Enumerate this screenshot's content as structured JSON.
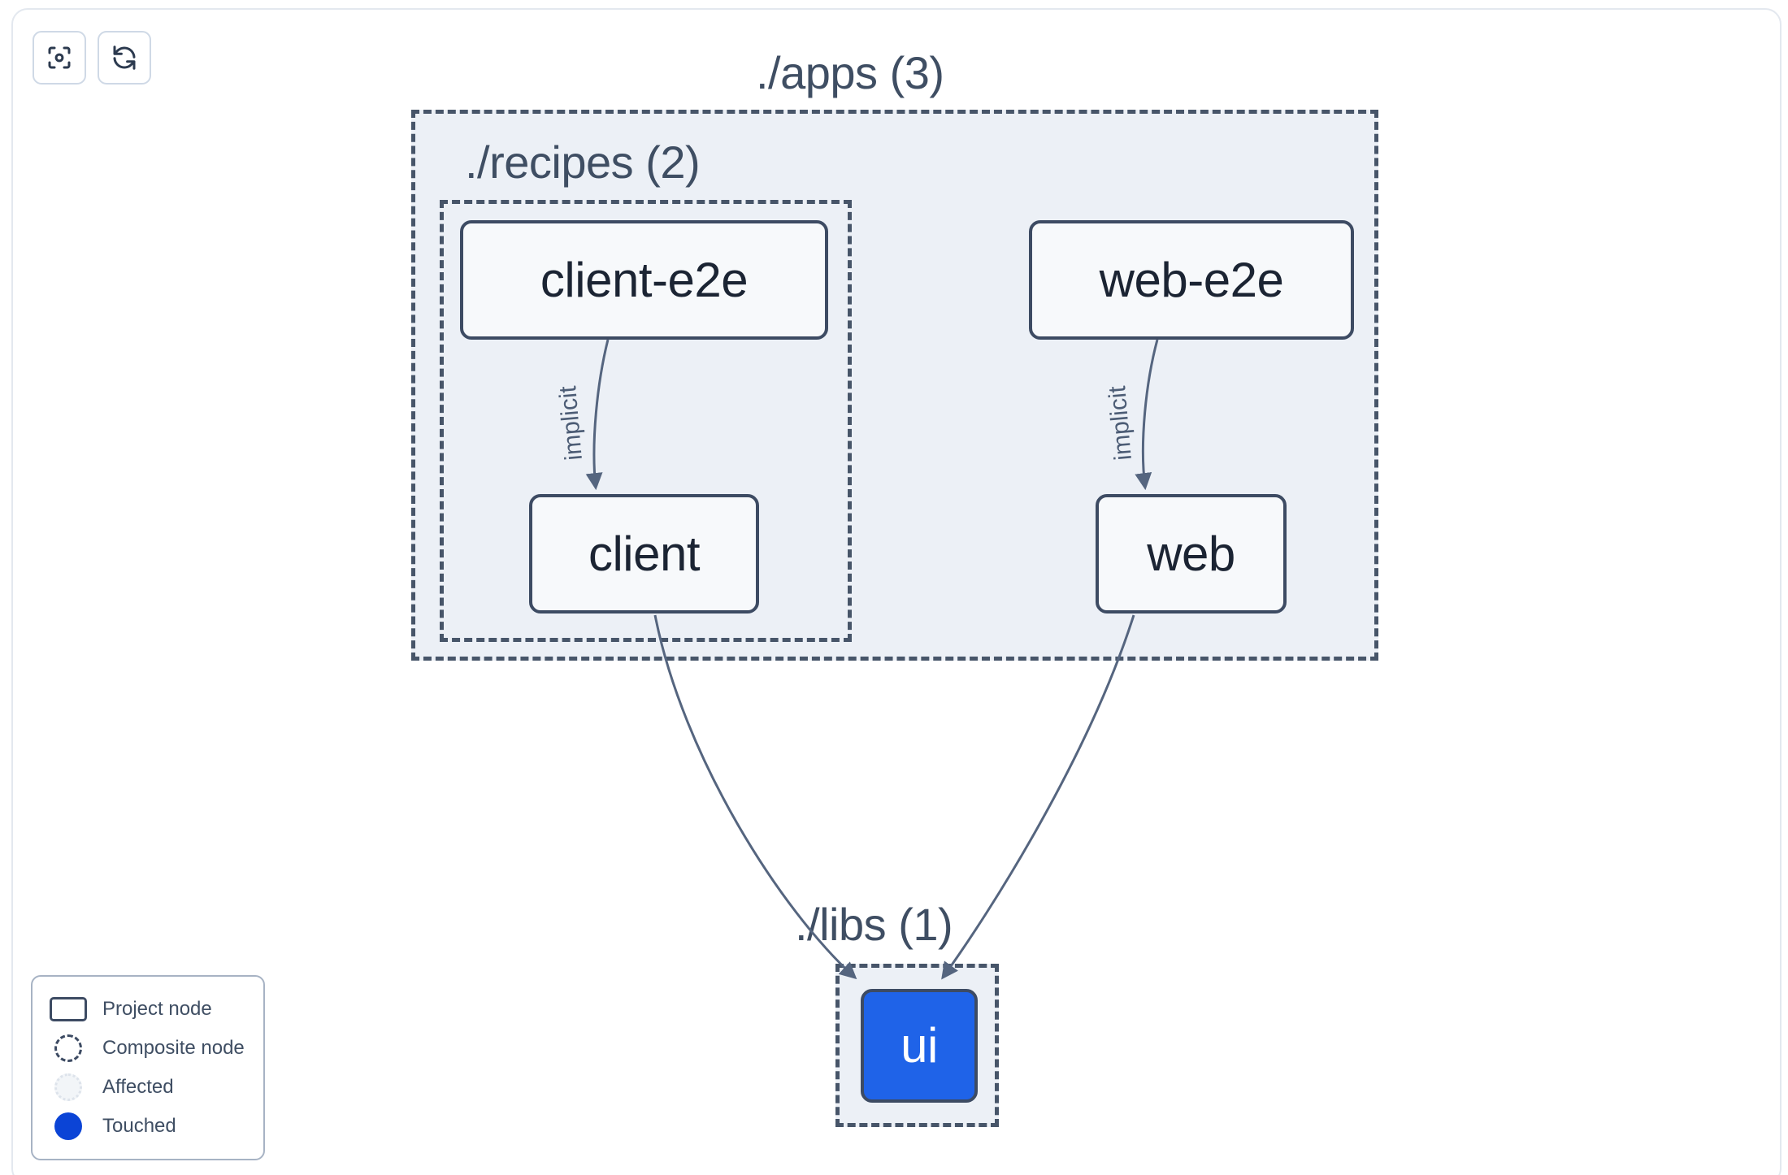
{
  "toolbar": {
    "buttons": [
      {
        "name": "focus-graph-button",
        "icon": "focus-icon",
        "label": "Focus graph"
      },
      {
        "name": "refresh-graph-button",
        "icon": "refresh-icon",
        "label": "Refresh graph"
      }
    ]
  },
  "graph": {
    "composites": [
      {
        "id": "apps",
        "label": "./apps (3)",
        "count": 3
      },
      {
        "id": "recipes",
        "label": "./recipes (2)",
        "count": 2
      },
      {
        "id": "libs",
        "label": "./libs (1)",
        "count": 1
      }
    ],
    "nodes": [
      {
        "id": "client-e2e",
        "label": "client-e2e",
        "parent": "recipes",
        "state": "normal"
      },
      {
        "id": "client",
        "label": "client",
        "parent": "recipes",
        "state": "normal"
      },
      {
        "id": "web-e2e",
        "label": "web-e2e",
        "parent": "apps",
        "state": "normal"
      },
      {
        "id": "web",
        "label": "web",
        "parent": "apps",
        "state": "normal"
      },
      {
        "id": "ui",
        "label": "ui",
        "parent": "libs",
        "state": "touched"
      }
    ],
    "edges": [
      {
        "from": "client-e2e",
        "to": "client",
        "label": "implicit"
      },
      {
        "from": "web-e2e",
        "to": "web",
        "label": "implicit"
      },
      {
        "from": "client",
        "to": "ui",
        "label": ""
      },
      {
        "from": "web",
        "to": "ui",
        "label": ""
      }
    ]
  },
  "legend": {
    "items": [
      {
        "swatch": "project-node-swatch",
        "label": "Project node"
      },
      {
        "swatch": "composite-node-swatch",
        "label": "Composite node"
      },
      {
        "swatch": "affected-swatch",
        "label": "Affected"
      },
      {
        "swatch": "touched-swatch",
        "label": "Touched"
      }
    ]
  },
  "colors": {
    "touched": "#0b44d6",
    "node_touched_fill": "#1f63e8",
    "composite_fill": "#ecf0f6",
    "composite_border": "#475569",
    "node_border": "#3d4b63",
    "node_fill": "#f7f9fb",
    "text": "#3f4e63",
    "canvas": "#ffffff"
  }
}
